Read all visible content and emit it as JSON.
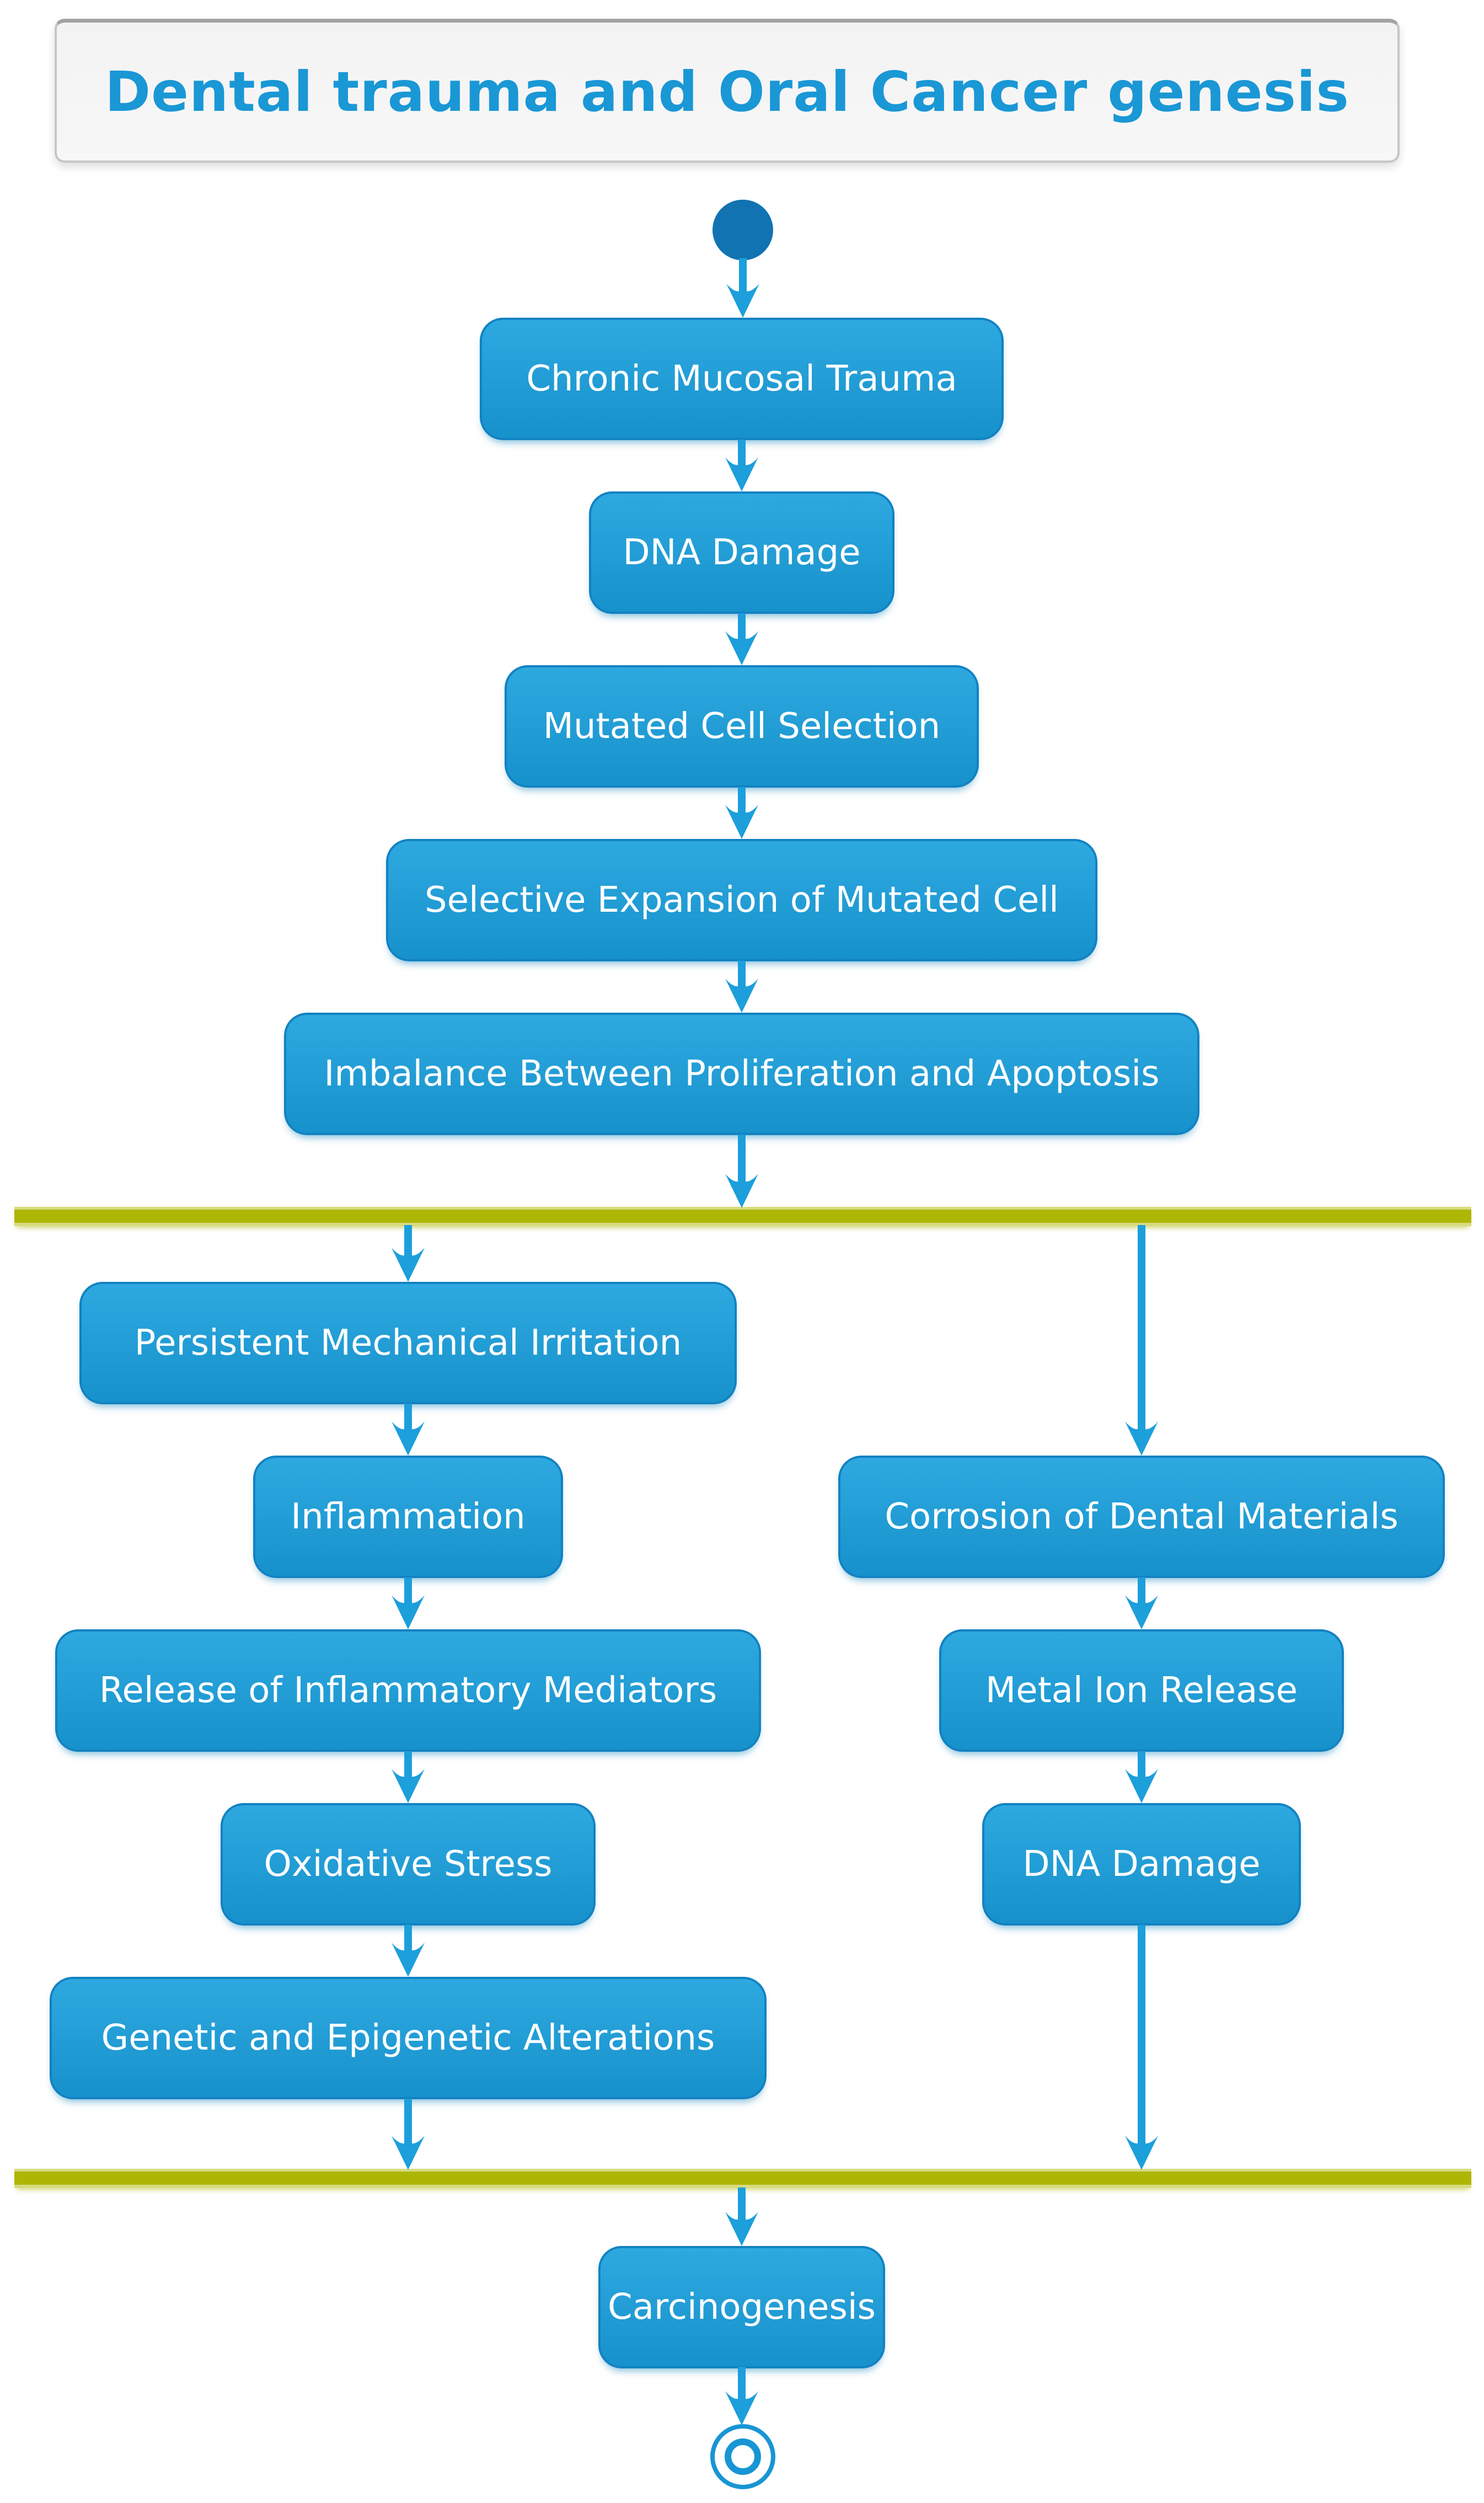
{
  "diagram": {
    "title": "Dental trauma and Oral Cancer genesis",
    "nodes": {
      "chronic_mucosal_trauma": "Chronic Mucosal Trauma",
      "dna_damage_main": "DNA Damage",
      "mutated_cell_selection": "Mutated Cell Selection",
      "selective_expansion": "Selective Expansion of Mutated Cell",
      "imbalance_proliferation_apoptosis": "Imbalance Between Proliferation and Apoptosis",
      "persistent_mechanical_irritation": "Persistent Mechanical Irritation",
      "inflammation": "Inflammation",
      "release_inflammatory_mediators": "Release of Inflammatory Mediators",
      "oxidative_stress": "Oxidative Stress",
      "genetic_epigenetic_alterations": "Genetic and Epigenetic Alterations",
      "corrosion_dental_materials": "Corrosion of Dental Materials",
      "metal_ion_release": "Metal Ion Release",
      "dna_damage_right": "DNA Damage",
      "carcinogenesis": "Carcinogenesis"
    },
    "colors": {
      "background": "#FFFFFF",
      "activity_top": "#2EA9E0",
      "activity_bottom": "#1791CB",
      "activity_border": "#1282C2",
      "activity_text": "#FDFEFF",
      "arrow": "#1C9FDB",
      "start_node": "#1173B2",
      "fork_bar": "#AEB605",
      "fork_bar_edge": "#D7DB7F",
      "title_text": "#1A97D5",
      "title_background": "#F3F3F3",
      "title_border": "#C6C6C6",
      "end_node_ring": "#1895D4"
    }
  }
}
